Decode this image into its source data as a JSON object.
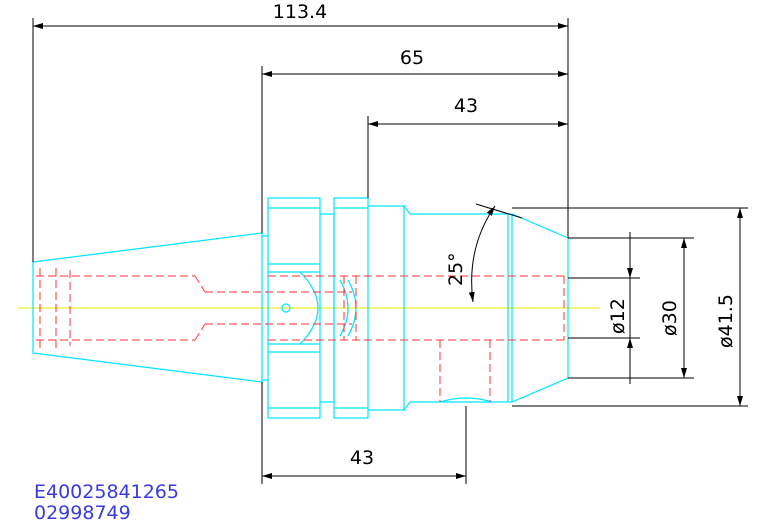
{
  "dimensions": {
    "overall_length": "113.4",
    "length_65": "65",
    "length_43_top": "43",
    "length_43_bottom": "43",
    "angle": "25°",
    "dia_12": "ø12",
    "dia_30": "ø30",
    "dia_41_5": "ø41.5"
  },
  "part_ids": {
    "code": "E40025841265",
    "number": "02998749"
  },
  "colors": {
    "outline": "#00e5ff",
    "hidden": "#ff3030",
    "centerline": "#e8e800",
    "dimension": "#000000",
    "id_text": "#3a3ae0"
  }
}
